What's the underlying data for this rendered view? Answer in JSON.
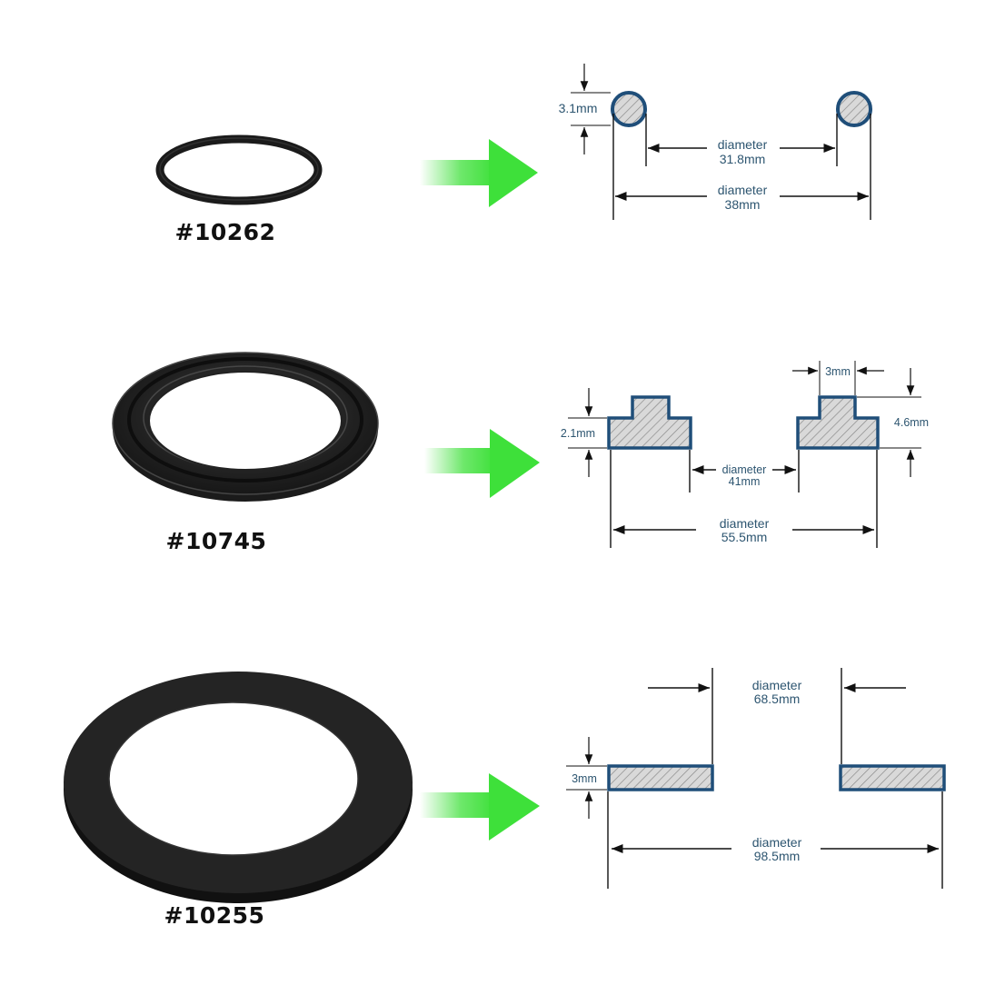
{
  "colors": {
    "rubber": "#1b1b1b",
    "rubber_edge": "#3a3a3a",
    "section_outline": "#1f4e79",
    "hatch": "#8a8a8a",
    "dim_line": "#111111",
    "dim_text": "#2d5570",
    "arrow_green": "#3ee03a"
  },
  "icons": {
    "arrow": "gradient-right-arrow-icon",
    "dimension_arrow": "arrowhead-icon"
  },
  "parts": [
    {
      "id": "#10262",
      "profile": "o-ring",
      "dims": {
        "cross_section": "3.1mm",
        "inner_label": "diameter",
        "inner_value": "31.8mm",
        "outer_label": "diameter",
        "outer_value": "38mm"
      }
    },
    {
      "id": "#10745",
      "profile": "stepped gasket",
      "dims": {
        "base_height": "2.1mm",
        "step_width": "3mm",
        "total_height": "4.6mm",
        "inner_label": "diameter",
        "inner_value": "41mm",
        "outer_label": "diameter",
        "outer_value": "55.5mm"
      }
    },
    {
      "id": "#10255",
      "profile": "flat washer",
      "dims": {
        "thickness": "3mm",
        "inner_label": "diameter",
        "inner_value": "68.5mm",
        "outer_label": "diameter",
        "outer_value": "98.5mm"
      }
    }
  ]
}
